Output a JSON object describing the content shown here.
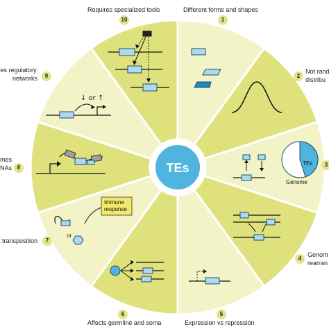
{
  "center_label": "TEs",
  "segments": [
    {
      "number": "1",
      "label": "Different forms and shapes"
    },
    {
      "number": "2",
      "label_line1": "Not rand",
      "label_line2": "distribu"
    },
    {
      "number": "3",
      "inset_labels": [
        "TEs",
        "Genome"
      ]
    },
    {
      "number": "4",
      "label_line1": "Genom",
      "label_line2": "rearran"
    },
    {
      "number": "5",
      "label": "Expression vs repression"
    },
    {
      "number": "6",
      "label": "Affects germline and soma"
    },
    {
      "number": "7",
      "label": "t transposition",
      "inset_label": "or"
    },
    {
      "number": "8",
      "label_line1": "mes",
      "label_line2": "NAs"
    },
    {
      "number": "9",
      "label_line1": "fies regulatory",
      "label_line2": "networks",
      "inset_label": "↓ or ↑"
    },
    {
      "number": "10",
      "label": "Requires specialized tools"
    }
  ],
  "immune_box": {
    "line1": "Immune",
    "line2": "response"
  },
  "pie_fraction_tes": 0.45,
  "colors": {
    "segment_dark": "#dfe27c",
    "segment_light": "#f2f3c6",
    "center": "#4fb4de",
    "te_box": "#aed9ee",
    "te_outline": "#1e4f6a",
    "gray_box": "#a3a0a4",
    "yellow_box": "#f2e86a"
  }
}
